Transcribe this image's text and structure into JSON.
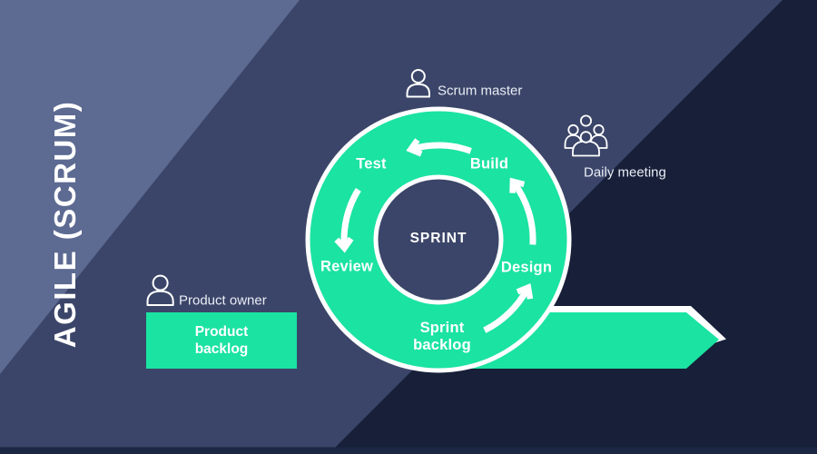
{
  "title": "AGILE (SCRUM)",
  "annotations": {
    "scrum_master": "Scrum master",
    "daily_meeting": "Daily meeting",
    "product_owner": "Product owner"
  },
  "loop": {
    "center": "SPRINT",
    "steps": {
      "test": "Test",
      "build": "Build",
      "review": "Review",
      "design": "Design"
    },
    "sprint_backlog": {
      "line1": "Sprint",
      "line2": "backlog"
    },
    "flow_order": [
      "Sprint backlog",
      "Design",
      "Build",
      "Test",
      "Review"
    ]
  },
  "product_backlog_box": {
    "line1": "Product",
    "line2": "backlog"
  },
  "icons": {
    "scrum_master": "person-icon",
    "daily_meeting": "group-icon",
    "product_owner": "person-icon"
  },
  "colors": {
    "background_base": "#3B4569",
    "background_light_triangle": "#5D6A92",
    "background_dark_diagonal": "#171F39",
    "background_bottom_strip": "#1B2743",
    "accent_green": "#1BE3A1",
    "outline_white": "#FFFFFF",
    "hole_navy": "#3B4569"
  }
}
